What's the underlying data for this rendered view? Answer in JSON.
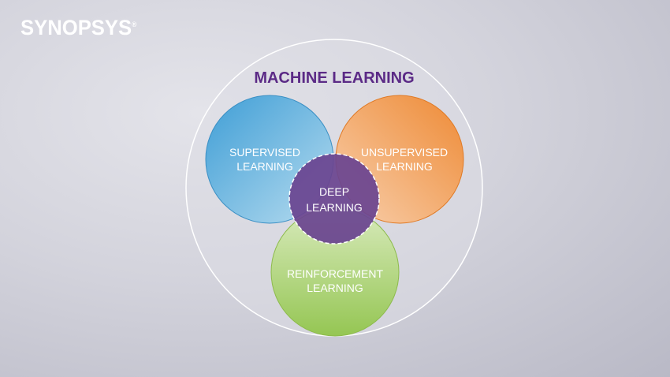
{
  "logo": {
    "text": "SYNOPSYS",
    "mark": "®"
  },
  "diagram": {
    "outer": {
      "label": "MACHINE LEARNING",
      "color": "#5b2a86"
    },
    "supervised": {
      "line1": "SUPERVISED",
      "line2": "LEARNING",
      "color": "#4ba5d8"
    },
    "unsupervised": {
      "line1": "UNSUPERVISED",
      "line2": "LEARNING",
      "color": "#ee8a35"
    },
    "reinforcement": {
      "line1": "REINFORCEMENT",
      "line2": "LEARNING",
      "color": "#9cc95a"
    },
    "deep": {
      "line1": "DEEP",
      "line2": "LEARNING",
      "color": "#6b4590"
    }
  }
}
